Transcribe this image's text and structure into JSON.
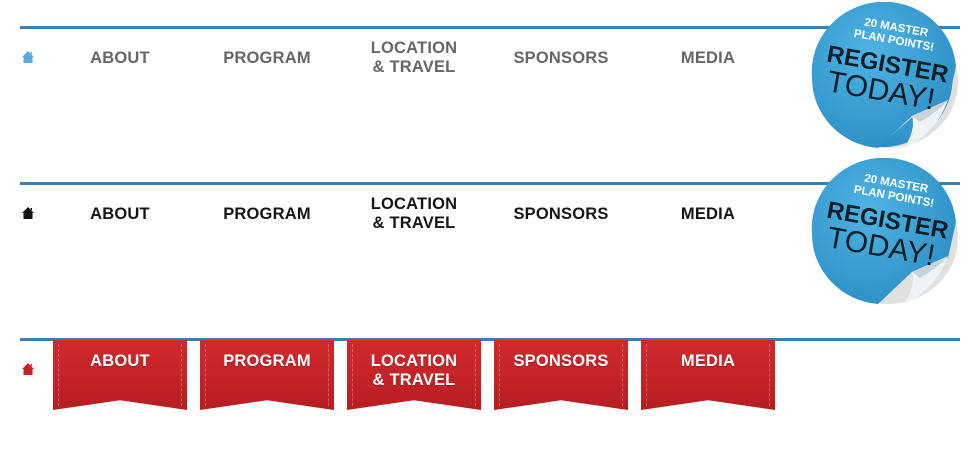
{
  "nav_variants": [
    {
      "style": "gray",
      "home_icon": "home-icon",
      "home_color": "#5aa9dd",
      "items": [
        "ABOUT",
        "PROGRAM",
        "LOCATION\n& TRAVEL",
        "SPONSORS",
        "MEDIA"
      ]
    },
    {
      "style": "black",
      "home_icon": "home-icon",
      "home_color": "#151515",
      "items": [
        "ABOUT",
        "PROGRAM",
        "LOCATION\n& TRAVEL",
        "SPONSORS",
        "MEDIA"
      ]
    },
    {
      "style": "red-ribbon",
      "home_icon": "home-icon",
      "home_color": "#c42327",
      "items": [
        "ABOUT",
        "PROGRAM",
        "LOCATION\n& TRAVEL",
        "SPONSORS",
        "MEDIA"
      ]
    }
  ],
  "badge": {
    "line1": "20 MASTER",
    "line2": "PLAN POINTS!",
    "line3": "REGISTER",
    "line4": "TODAY!"
  },
  "colors": {
    "rule": "#3a7fad",
    "badge_blue": "#3aa0d3",
    "ribbon_red": "#c42327"
  }
}
